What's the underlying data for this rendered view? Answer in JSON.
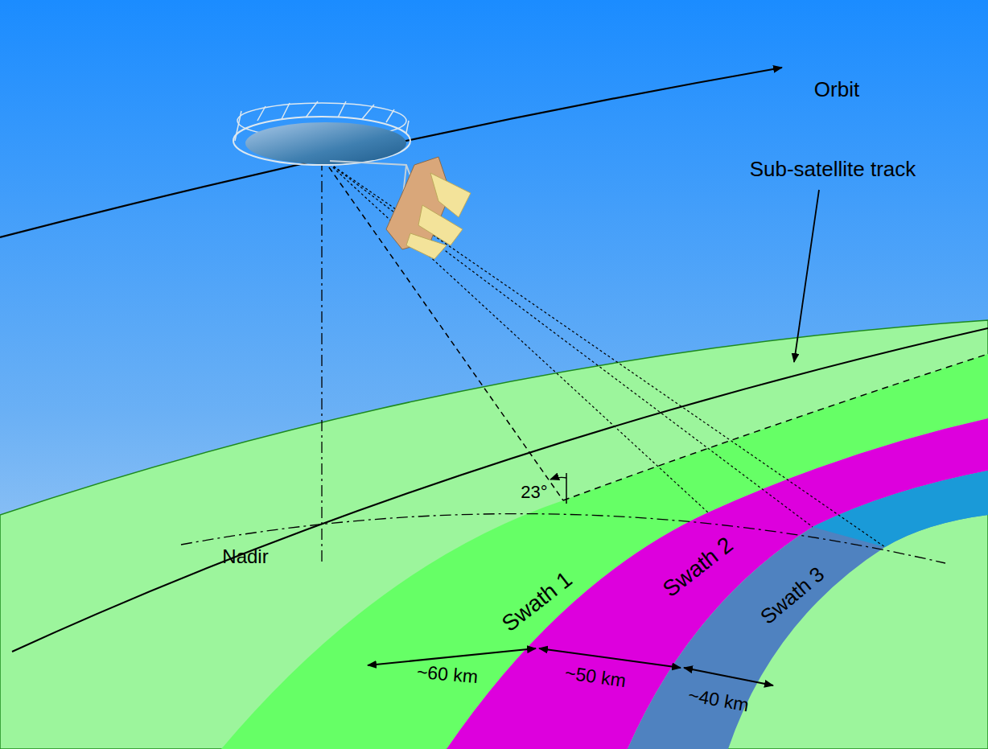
{
  "diagram": {
    "nodes": [
      {
        "text": [
          "Swath 1"
        ]
      },
      {
        "text": [
          "Swath 2"
        ]
      },
      {
        "text": [
          "Swath 3"
        ]
      }
    ],
    "labels": [
      "Orbit",
      "Sub-satellite track",
      "23°",
      "Nadir",
      "~60 km",
      "~50 km",
      "~40 km"
    ]
  }
}
